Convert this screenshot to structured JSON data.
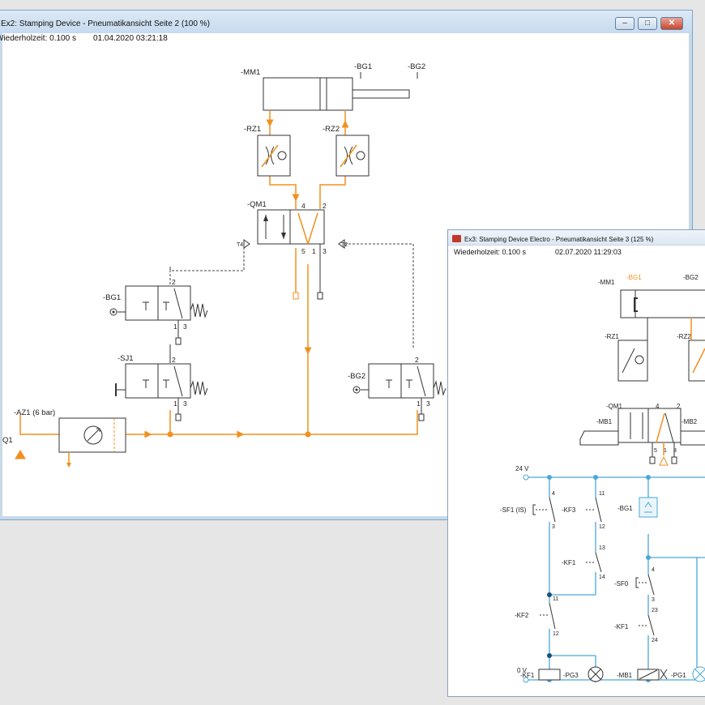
{
  "colors": {
    "pneumatic_active": "#f0901e",
    "electric": "#4aa8d8",
    "line": "#333333",
    "background": "#e6e6e6"
  },
  "window1": {
    "title": "Ex2: Stamping Device - Pneumatikansicht Seite 2 (100 %)",
    "replay_time": "Wiederholzeit: 0.100 s",
    "timestamp": "01.04.2020 03:21:18",
    "controls": {
      "minimize": "–",
      "maximize": "□",
      "close": "✕"
    },
    "labels": {
      "mm1": "-MM1",
      "bg1_top": "-BG1",
      "bg2_top": "-BG2",
      "rz1": "-RZ1",
      "rz2": "-RZ2",
      "qm1": "-QM1",
      "bg1": "-BG1",
      "sj1": "-SJ1",
      "bg2": "-BG2",
      "az1": "-AZ1 (6 bar)",
      "q1": "Q1",
      "port_4": "4",
      "port_2": "2",
      "port_5": "5",
      "port_1": "1",
      "port_3": "3",
      "t4": "T4",
      "t2": "T2"
    }
  },
  "window2": {
    "title": "Ex3: Stamping Device Electro - Pneumatikansicht Seite 3 (125 %)",
    "replay_time": "Wiederholzeit: 0.100 s",
    "timestamp": "02.07.2020 11:29:03",
    "labels": {
      "mm1": "-MM1",
      "bg1_top": "-BG1",
      "bg2_top": "-BG2",
      "rz1": "-RZ1",
      "rz2": "-RZ2",
      "qm1": "-QM1",
      "mb1": "-MB1",
      "mb2": "-MB2",
      "port_4": "4",
      "port_2": "2",
      "port_5": "5",
      "port_1": "1",
      "port_3": "3",
      "v24": "24 V",
      "v0": "0 V",
      "sf1": "-SF1 (IS)",
      "kf3": "-KF3",
      "bg1": "-BG1",
      "kf1_a": "-KF1",
      "sf0": "-SF0",
      "kf2": "-KF2",
      "kf1_b": "-KF1",
      "kf1_coil": "-KF1",
      "pg3": "-PG3",
      "mb1_coil": "-MB1",
      "pg1": "-PG1",
      "n4": "4",
      "n3": "3",
      "n11": "11",
      "n12": "12",
      "n13": "13",
      "n14": "14",
      "n4b": "4",
      "n3b": "3",
      "n11b": "11",
      "n12b": "12",
      "n23": "23",
      "n24": "24"
    }
  }
}
